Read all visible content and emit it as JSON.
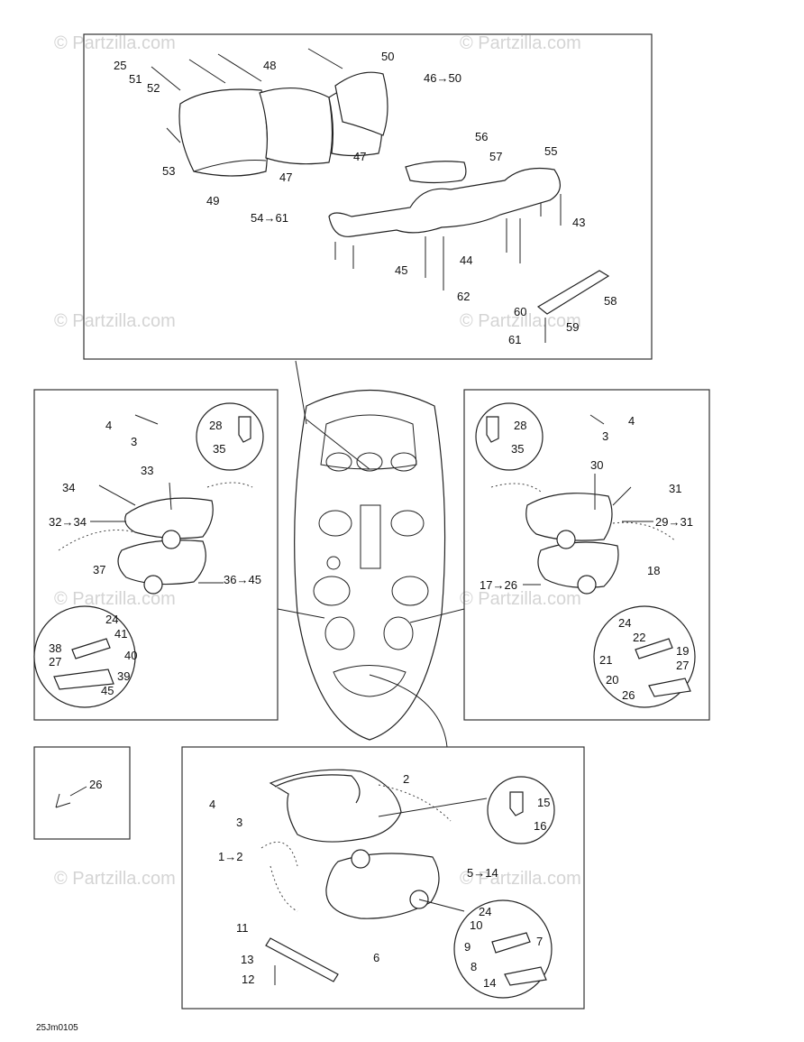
{
  "watermark": "© Partzilla.com",
  "diagram_code": "25Jm0105",
  "callouts": {
    "top": [
      "25",
      "51",
      "52",
      "48",
      "50",
      "46→50",
      "53",
      "49",
      "47",
      "47",
      "56",
      "57",
      "55",
      "54→61",
      "43",
      "45",
      "44",
      "62",
      "58",
      "60",
      "61",
      "59"
    ],
    "left": [
      "4",
      "3",
      "28",
      "35",
      "33",
      "34",
      "32→34",
      "37",
      "36→45",
      "24",
      "41",
      "38",
      "40",
      "27",
      "39",
      "45"
    ],
    "right": [
      "4",
      "3",
      "28",
      "35",
      "30",
      "31",
      "29→31",
      "18",
      "17→26",
      "24",
      "22",
      "19",
      "21",
      "27",
      "20",
      "26"
    ],
    "small": [
      "26"
    ],
    "bottom": [
      "2",
      "4",
      "3",
      "15",
      "16",
      "1→2",
      "5→14",
      "6",
      "11",
      "24",
      "10",
      "7",
      "9",
      "13",
      "8",
      "12",
      "14"
    ]
  }
}
